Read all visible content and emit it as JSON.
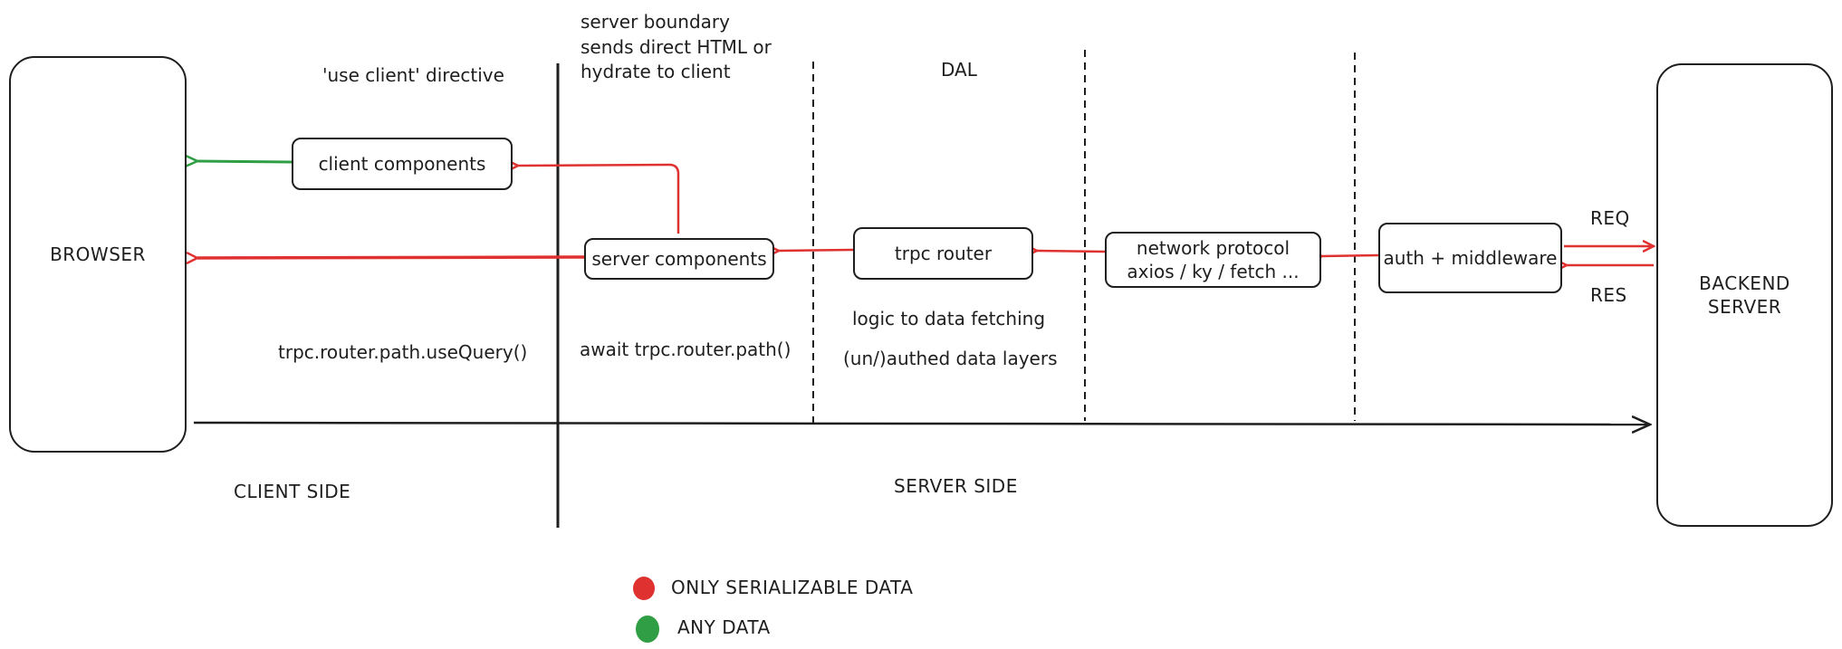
{
  "nodes": {
    "browser": "BROWSER",
    "backend_line1": "BACKEND",
    "backend_line2": "SERVER",
    "client_components": "client components",
    "server_components": "server components",
    "trpc_router": "trpc router",
    "network_line1": "network protocol",
    "network_line2": "axios / ky / fetch ...",
    "auth": "auth + middleware"
  },
  "labels": {
    "use_client": "'use client' directive",
    "server_boundary_line1": "server boundary",
    "server_boundary_line2": "sends direct HTML or",
    "server_boundary_line3": "hydrate to client",
    "dal": "DAL",
    "use_query": "trpc.router.path.useQuery()",
    "await_path": "await trpc.router.path()",
    "logic": "logic to data fetching",
    "authed": "(un/)authed data layers",
    "req": "REQ",
    "res": "RES",
    "client_side": "CLIENT SIDE",
    "server_side": "SERVER SIDE"
  },
  "legend": {
    "items": [
      {
        "label": "ONLY SERIALIZABLE DATA",
        "color": "#e03131"
      },
      {
        "label": "ANY DATA",
        "color": "#2f9e44"
      }
    ]
  },
  "colors": {
    "red": "#e03131",
    "green": "#2f9e44",
    "ink": "#1e1e1e"
  }
}
